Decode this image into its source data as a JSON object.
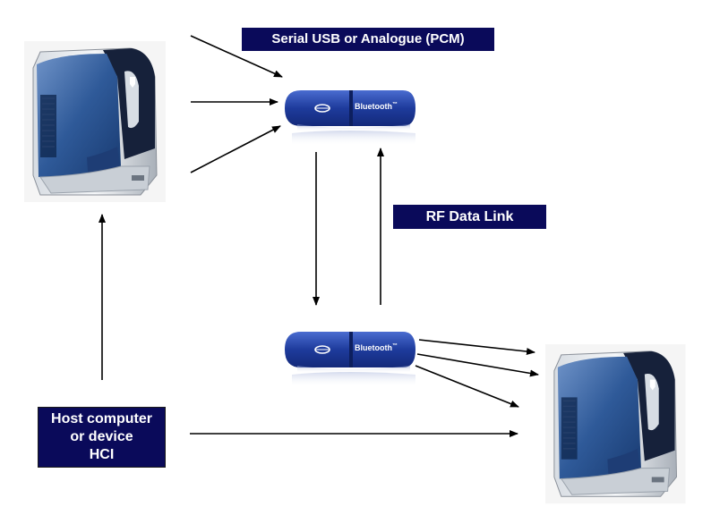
{
  "labels": {
    "usb_link": "Serial USB or Analogue (PCM)",
    "rf_link": "RF Data Link",
    "host": [
      "Host computer",
      "or device",
      "HCI"
    ]
  },
  "dongle": {
    "brand_text": "Bluetooth",
    "tm": "™"
  },
  "colors": {
    "label_bg": "#0a0a5a",
    "label_fg": "#ffffff",
    "dongle_blue": "#2a4aa6",
    "pc_blue": "#2a5590"
  }
}
